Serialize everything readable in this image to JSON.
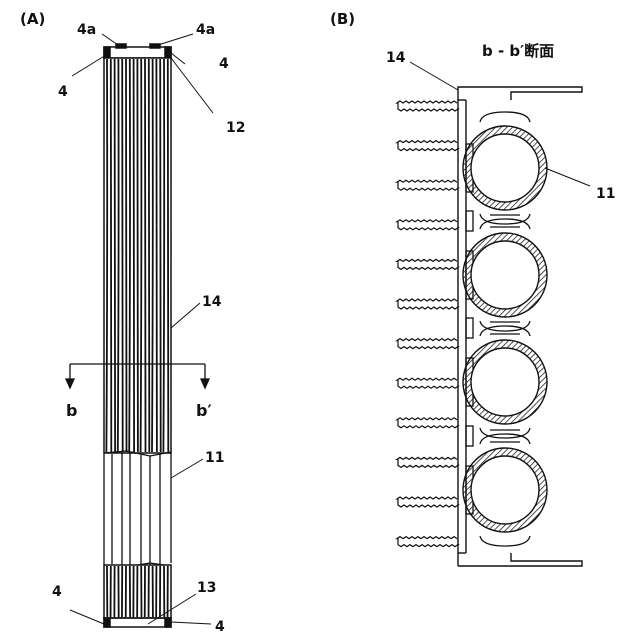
{
  "panel_a": {
    "label": "(A)",
    "refs": {
      "r4a_left": "4a",
      "r4a_right": "4a",
      "r4_top_left": "4",
      "r4_top_right": "4",
      "r12": "12",
      "r14": "14",
      "r11": "11",
      "r13": "13",
      "r4_bottom_left": "4",
      "r4_bottom_right": "4"
    },
    "section_marks": {
      "left": "b",
      "right": "b′"
    }
  },
  "panel_b": {
    "label": "(B)",
    "title": "b - b′断面",
    "refs": {
      "r14": "14",
      "r11": "11"
    },
    "tube_count": 4,
    "fin_count": 12
  }
}
